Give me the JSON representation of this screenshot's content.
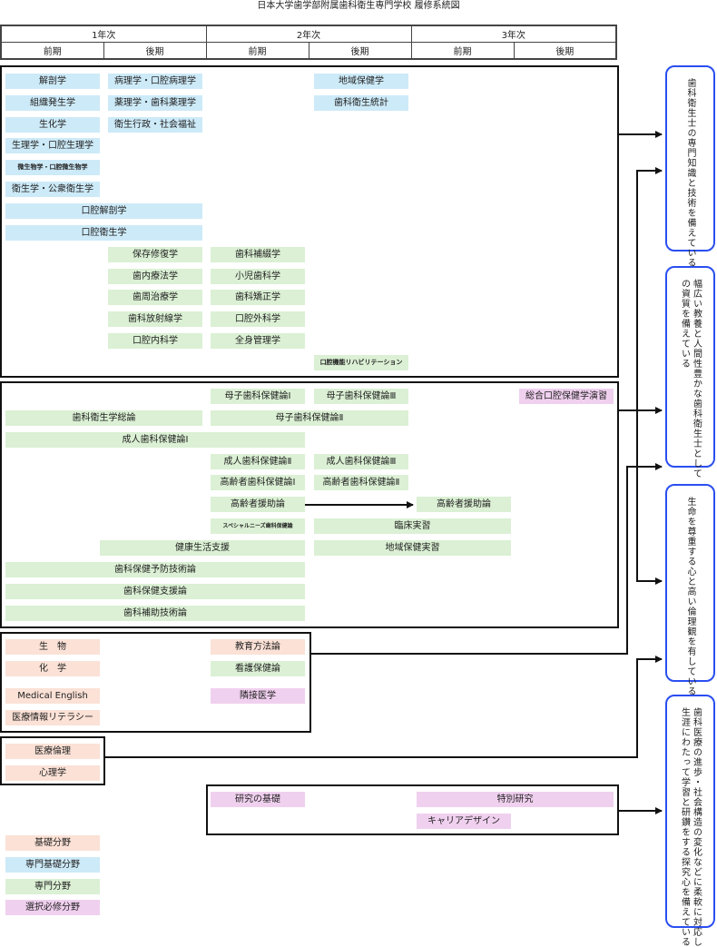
{
  "title": "日本大学歯学部附属歯科衛生専門学校 履修系統図",
  "header": {
    "years": [
      "1年次",
      "2年次",
      "3年次"
    ],
    "terms": [
      "前期",
      "後期",
      "前期",
      "後期",
      "前期",
      "後期"
    ]
  },
  "colors": {
    "kiso": "#fbe1d6",
    "senmon_kiso": "#cdeaf8",
    "senmon": "#dbf0d4",
    "sentaku": "#f0d0ef",
    "outcome_border": "#2a4ef0"
  },
  "groups": {
    "g1": [
      "解剖学",
      "組織発生学",
      "生化学",
      "生理学・口腔生理学",
      "微生物学・口腔微生物学",
      "衛生学・公衆衛生学",
      "病理学・口腔病理学",
      "薬理学・歯科薬理学",
      "衛生行政・社会福祉",
      "地域保健学",
      "歯科衛生統計",
      "口腔解剖学",
      "口腔衛生学",
      "保存修復学",
      "歯内療法学",
      "歯周治療学",
      "歯科放射線学",
      "口腔内科学",
      "歯科補綴学",
      "小児歯科学",
      "歯科矯正学",
      "口腔外科学",
      "全身管理学",
      "口腔機能リハビリテーション"
    ],
    "g2": [
      "母子歯科保健論Ⅰ",
      "母子歯科保健論Ⅲ",
      "総合口腔保健学演習",
      "歯科衛生学総論",
      "母子歯科保健論Ⅱ",
      "成人歯科保健論Ⅰ",
      "成人歯科保健論Ⅱ",
      "成人歯科保健論Ⅲ",
      "高齢者歯科保健論Ⅰ",
      "高齢者歯科保健論Ⅱ",
      "高齢者援助論",
      "高齢者援助論",
      "スペシャルニーズ歯科保健論",
      "臨床実習",
      "健康生活支援",
      "地域保健実習",
      "歯科保健予防技術論",
      "歯科保健支援論",
      "歯科補助技術論"
    ],
    "g3": [
      "生　物",
      "化　学",
      "Medical English",
      "医療情報リテラシー",
      "教育方法論",
      "看護保健論",
      "隣接医学"
    ],
    "g4": [
      "医療倫理",
      "心理学"
    ],
    "g5": [
      "研究の基礎",
      "特別研究",
      "キャリアデザイン"
    ]
  },
  "legend": [
    "基礎分野",
    "専門基礎分野",
    "専門分野",
    "選択必修分野"
  ],
  "outcomes": [
    "歯科衛生士の専門知識と技術を備えている",
    "幅広い教養と人間性豊かな歯科衛生士として\nの資質を備えている",
    "生命を尊重する心と高い倫理観を有している",
    "歯科医療の進歩・社会構造の変化などに柔軟に対応し\n生涯にわたって学習と研鑽をする探究心を備えている"
  ]
}
